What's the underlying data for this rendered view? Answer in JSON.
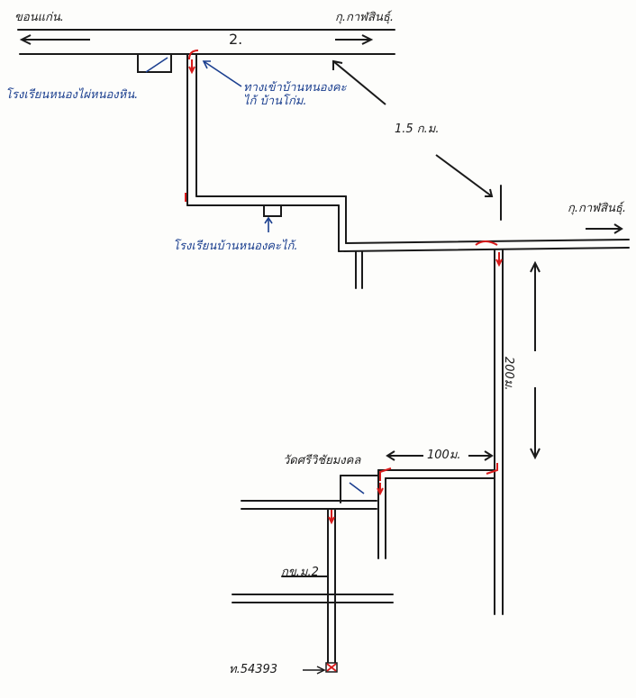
{
  "map": {
    "labels": {
      "khon_kaen": "ขอนแก่น.",
      "kalasin_top": "กุ.กาฬสินธุ์.",
      "road_number": "2.",
      "nong_phai_school": "โรงเรียนหนองไผ่หนองหิน.",
      "nong_khu_entrance": "ทางเข้าบ้านหนองคะไก้ บ้านโก่ม.",
      "distance_main": "1.5 ก.ม.",
      "nong_khu_school": "โรงเรียนบ้านหนองคะไก้.",
      "kalasin_right": "กุ.กาฬสินธุ์.",
      "dist_200": "200ม.",
      "dist_100": "100ม.",
      "temple": "วัดศรีวิชัยมงคล",
      "road_code": "กข.ม.2",
      "plot": "ท.54393"
    },
    "colors": {
      "ink": "#1a1a1a",
      "blue_pen": "#1b3f8f",
      "red_route": "#d81b1b"
    },
    "icons": [
      "arrow-left-icon",
      "arrow-right-icon",
      "destination-marker-icon"
    ]
  }
}
